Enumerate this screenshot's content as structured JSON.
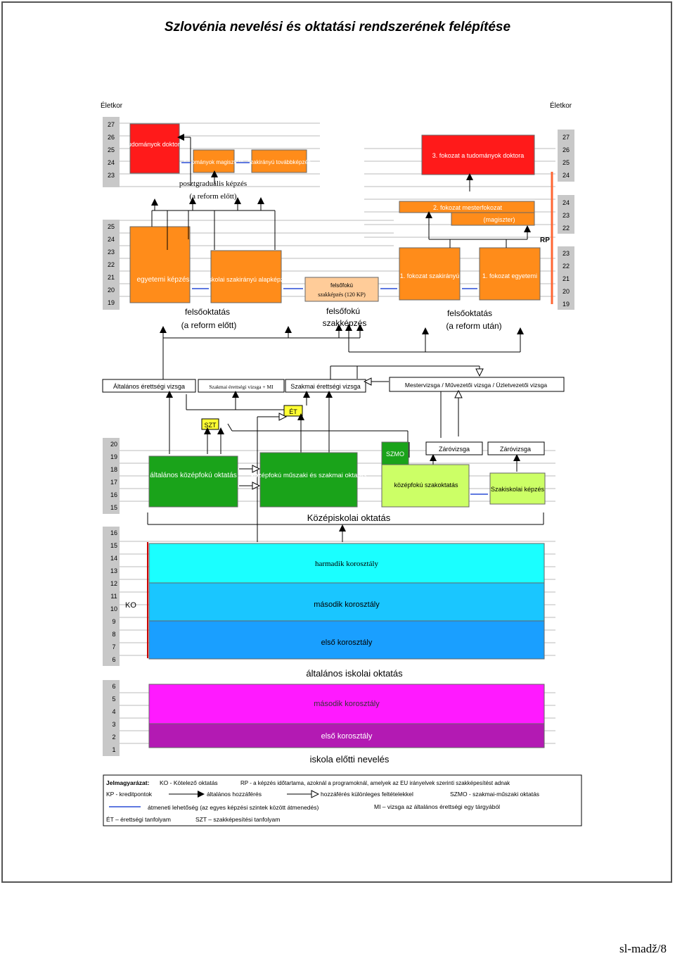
{
  "title": "Szlovénia nevelési és oktatási rendszerének felépítése",
  "footer": "sl-madž/8",
  "age_label_left": "Életkor",
  "age_label_right": "Életkor",
  "ages": {
    "top_left": [
      "27",
      "26",
      "25",
      "24",
      "23"
    ],
    "mid_left": [
      "25",
      "24",
      "23",
      "22",
      "21",
      "20",
      "19"
    ],
    "right_top": [
      "27",
      "26",
      "25",
      "24"
    ],
    "right_mid": [
      "24",
      "23",
      "22"
    ],
    "right_low": [
      "23",
      "22",
      "21",
      "20",
      "19"
    ],
    "secondary": [
      "20",
      "19",
      "18",
      "17",
      "16",
      "15"
    ],
    "primary": [
      "16",
      "15",
      "14",
      "13",
      "12",
      "11",
      "10",
      "9",
      "8",
      "7",
      "6"
    ],
    "preschool": [
      "6",
      "5",
      "4",
      "3",
      "2",
      "1"
    ]
  },
  "tertiary_old": {
    "doctorate": "tudományok doktora",
    "masters": "tudományok magisztere",
    "specialist": "szakirányú továbbképzés",
    "postgrad_caption1": "posztgraduális képzés",
    "postgrad_caption2": "(a reform előtt)",
    "university": "egyetemi képzés",
    "college": "főiskolai szakirányú alapképzés",
    "caption1": "felsőoktatás",
    "caption2": "(a reform előtt)"
  },
  "higher_vocational": {
    "box_line1": "felsőfokú",
    "box_line2": "szakképzés (120 KP)",
    "caption1": "felsőfokú",
    "caption2": "szakképzés"
  },
  "tertiary_new": {
    "third_cycle": "3. fokozat a tudományok doktora",
    "second_cycle_line1": "2. fokozat mesterfokozat",
    "second_cycle_line2": "(magiszter)",
    "first_professional": "1. fokozat szakirányú",
    "first_academic": "1. fokozat egyetemi",
    "caption1": "felsőoktatás",
    "caption2": "(a reform után)",
    "rp": "RP"
  },
  "exams": {
    "general_matura": "Általános érettségi vizsga",
    "vocational_matura_mi": "Szakmai érettségi vizsga + MI",
    "vocational_matura": "Szakmai érettségi vizsga",
    "master_exams": "Mestervizsga / Művezetői vizsga / Üzletvezetői vizsga",
    "szt": "SZT",
    "et": "ÉT"
  },
  "secondary": {
    "general": "általános középfokú oktatás",
    "technical": "középfokú műszaki és szakmai oktatás",
    "szmo": "SZMO",
    "final_exam1": "Záróvizsga",
    "final_exam2": "Záróvizsga",
    "vocational": "középfokú szakoktatás",
    "short_vocational": "Szakiskolai képzés",
    "caption": "Középiskolai oktatás"
  },
  "primary": {
    "third": "harmadik korosztály",
    "second": "második korosztály",
    "first": "első korosztály",
    "ko": "KO",
    "caption": "általános iskolai oktatás"
  },
  "preschool": {
    "second": "második korosztály",
    "first": "első korosztály",
    "caption": "iskola előtti nevelés"
  },
  "legend": {
    "title": "Jelmagyarázat:",
    "ko": "KO - Kötelező oktatás",
    "rp": "RP - a képzés időtartama, azoknál a programoknál, amelyek az EU irányelvek szerinti szakképesítést adnak",
    "kp": "KP - kreditpontok",
    "general_access": "általános hozzáférés",
    "special_access": "hozzáférés különleges feltételekkel",
    "szmo": "SZMO - szakmai-műszaki oktatás",
    "transition": "átmeneti lehetőség (az egyes képzési szintek között átmenedés)",
    "mi": "MI – vizsga az általános érettségi egy tárgyából",
    "et": "ÉT – érettségi tanfolyam",
    "szt": "SZT – szakképesítési tanfolyam"
  },
  "colors": {
    "red": "#ff1a1a",
    "orange": "#ff8c1a",
    "peach": "#ffcc99",
    "green": "#1aa31a",
    "light_green": "#ccff66",
    "yellow": "#ffff33",
    "cyan": "#1affff",
    "sky": "#1ac6ff",
    "blue": "#1a9fff",
    "magenta": "#ff1aff",
    "purple": "#b31ab3"
  }
}
